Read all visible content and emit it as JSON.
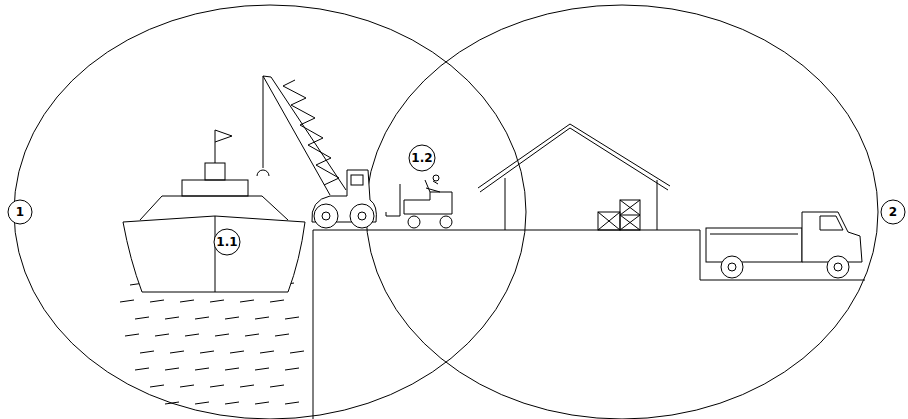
{
  "diagram": {
    "labels": [
      "1",
      "1.1",
      "1.2",
      "2"
    ]
  }
}
